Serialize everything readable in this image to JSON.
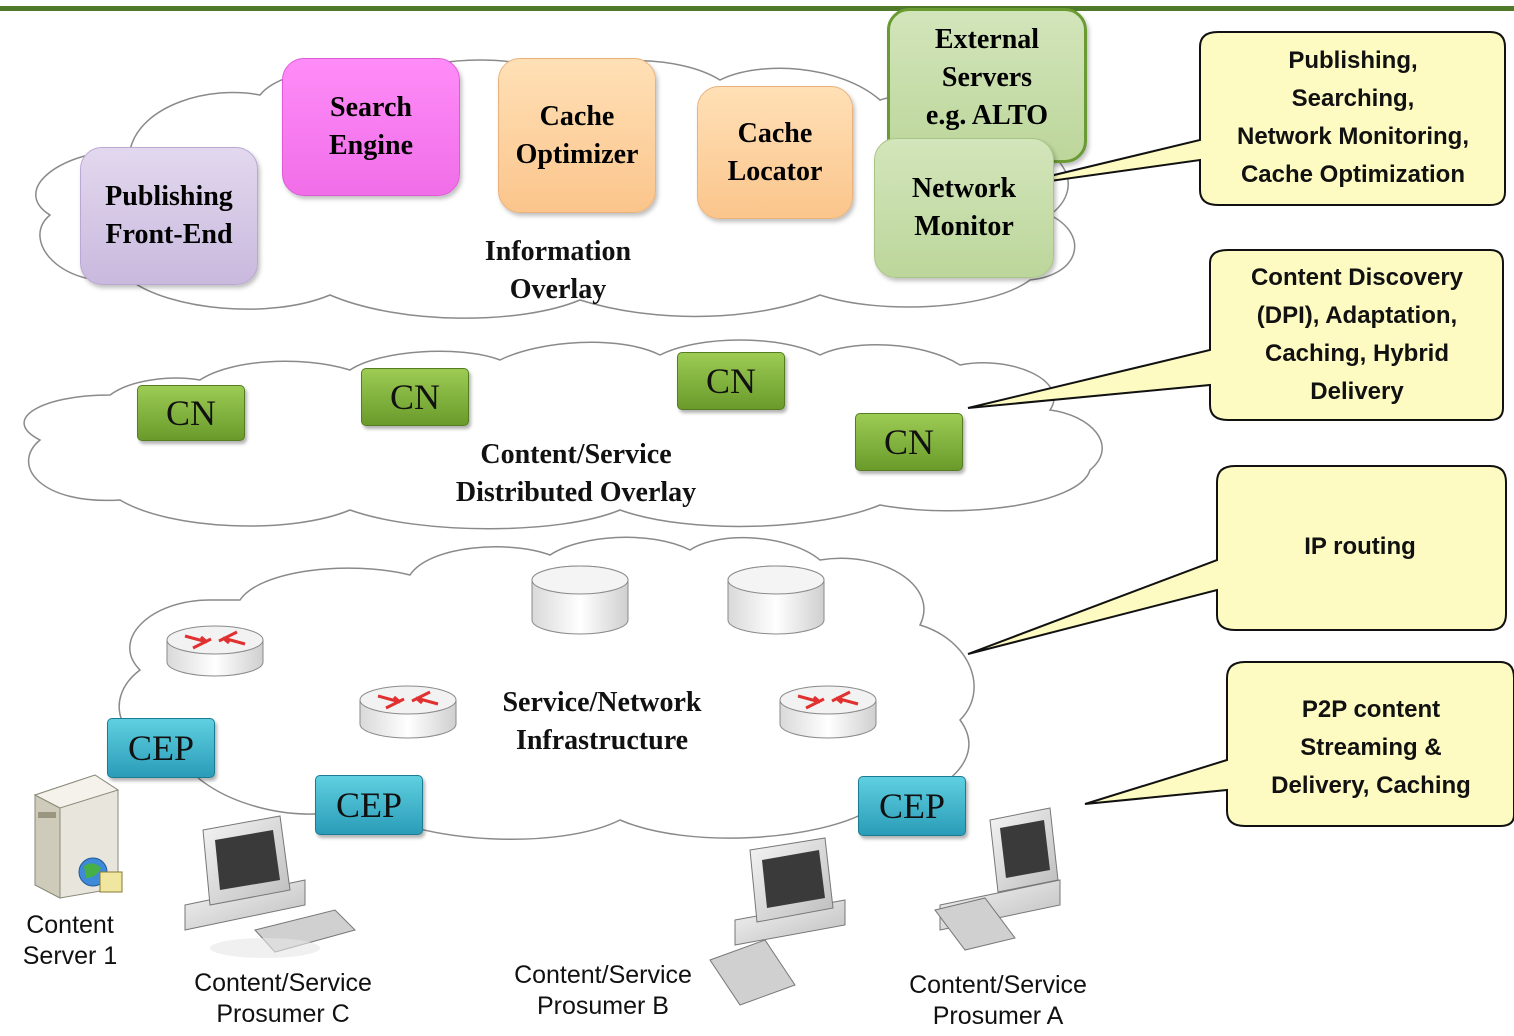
{
  "information_overlay": {
    "label": "Information\nOverlay",
    "publishing_front_end": "Publishing\nFront-End",
    "search_engine": "Search\nEngine",
    "cache_optimizer": "Cache\nOptimizer",
    "cache_locator": "Cache\nLocator",
    "external_servers": "External\nServers\ne.g. ALTO",
    "network_monitor": "Network\nMonitor"
  },
  "content_overlay": {
    "label": "Content/Service\nDistributed Overlay",
    "cn_nodes": [
      "CN",
      "CN",
      "CN",
      "CN"
    ]
  },
  "infrastructure": {
    "label": "Service/Network\nInfrastructure",
    "cep_nodes": [
      "CEP",
      "CEP",
      "CEP"
    ]
  },
  "devices": {
    "content_server": "Content\nServer 1",
    "prosumer_c": "Content/Service\nProsumer C",
    "prosumer_b": "Content/Service\nProsumer B",
    "prosumer_a": "Content/Service\nProsumer A"
  },
  "callouts": {
    "info": "Publishing,\nSearching,\nNetwork Monitoring,\nCache Optimization",
    "content": "Content Discovery\n(DPI), Adaptation,\nCaching, Hybrid\nDelivery",
    "ip": "IP routing",
    "p2p": "P2P content\nStreaming &\nDelivery, Caching"
  },
  "colors": {
    "top_bar": "#4f7a2a",
    "callout_fill": "#fdfbc2",
    "cn_fill": "#7fb23c",
    "cep_fill": "#35aec8"
  }
}
